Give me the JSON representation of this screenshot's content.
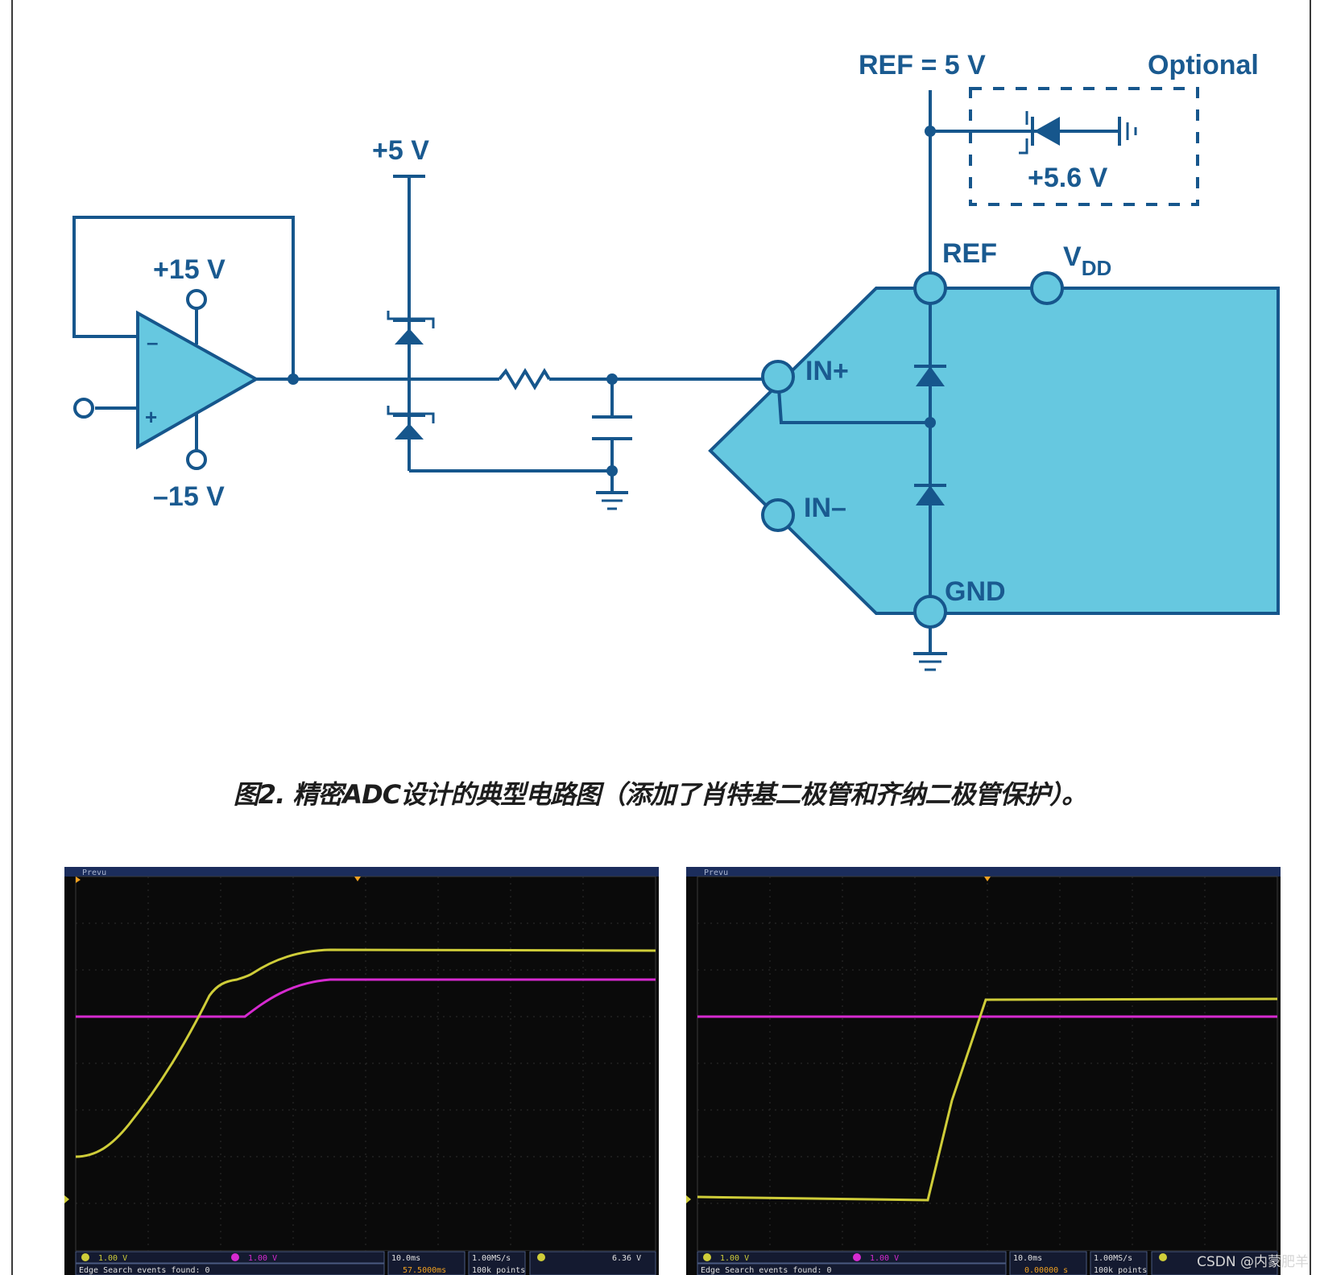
{
  "circuit": {
    "ref_supply": "REF = 5 V",
    "optional": "Optional",
    "zener_voltage": "+5.6 V",
    "clamp_supply": "+5 V",
    "opamp_pos_supply": "+15 V",
    "opamp_neg_supply": "–15 V",
    "pins": {
      "ref": "REF",
      "vdd_main": "V",
      "vdd_sub": "DD",
      "in_plus": "IN+",
      "in_minus": "IN–",
      "gnd": "GND"
    },
    "colors": {
      "adc_fill": "#66c8e0",
      "wire": "#16568c",
      "label": "#1a5a90"
    }
  },
  "caption": "图2. 精密ADC设计的典型电路图（添加了肖特基二极管和齐纳二极管保护）。",
  "scopes": [
    {
      "menu": "Prevu",
      "ch1": "1.00 V",
      "ch2": "1.00 V",
      "status": "Edge Search events found: 0",
      "timebase": "10.0ms",
      "delay": "57.5000ms",
      "rate": "1.00MS/s",
      "points": "100k points",
      "trigger_level": "6.36 V"
    },
    {
      "menu": "Prevu",
      "ch1": "1.00 V",
      "ch2": "1.00 V",
      "status": "Edge Search events found: 0",
      "timebase": "10.0ms",
      "delay": "0.00000 s",
      "rate": "1.00MS/s",
      "points": "100k points"
    }
  ],
  "watermark": "CSDN @内蒙肥羊"
}
